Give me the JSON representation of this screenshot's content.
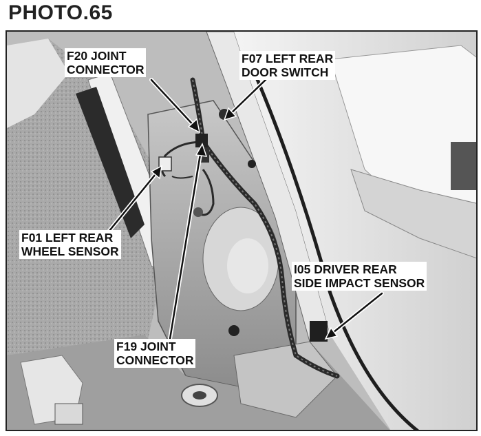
{
  "title": "PHOTO.65",
  "labels": {
    "f20": {
      "line1": "F20 JOINT",
      "line2": "CONNECTOR"
    },
    "f07": {
      "line1": "F07 LEFT REAR",
      "line2": "DOOR SWITCH"
    },
    "f01": {
      "line1": "F01 LEFT REAR",
      "line2": "WHEEL SENSOR"
    },
    "i05": {
      "line1": "I05 DRIVER REAR",
      "line2": "SIDE IMPACT SENSOR"
    },
    "f19": {
      "line1": "F19 JOINT",
      "line2": "CONNECTOR"
    }
  },
  "colors": {
    "ink": "#111111",
    "photo_mid": "#b8b8b8",
    "photo_dark": "#3a3a3a",
    "photo_light": "#ececec"
  }
}
